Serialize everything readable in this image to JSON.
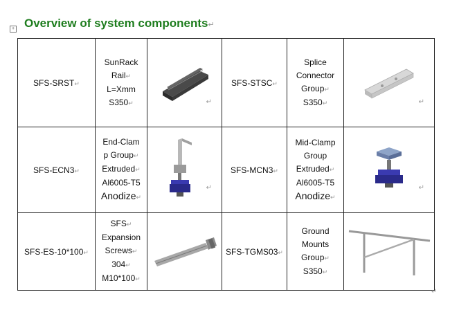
{
  "title": "Overview of system components",
  "rows": [
    [
      {
        "code": "SFS-SRST",
        "desc": [
          "SunRack",
          "Rail",
          "L=Xmm",
          "S350"
        ],
        "image": "rail-image"
      },
      {
        "code": "SFS-STSC",
        "desc": [
          "Splice",
          "Connector",
          "Group",
          "S350"
        ],
        "image": "splice-connector-image"
      }
    ],
    [
      {
        "code": "SFS-ECN3",
        "desc": [
          "End-Clam",
          "p Group",
          "Extruded",
          "Al6005-T5",
          "Anodize"
        ],
        "image": "end-clamp-image"
      },
      {
        "code": "SFS-MCN3",
        "desc": [
          "Mid-Clamp",
          "Group",
          "Extruded",
          "Al6005-T5",
          "Anodize"
        ],
        "image": "mid-clamp-image"
      }
    ],
    [
      {
        "code": "SFS-ES-10*100",
        "desc": [
          "SFS",
          "Expansion",
          "Screws",
          "304",
          "M10*100"
        ],
        "image": "expansion-screw-image"
      },
      {
        "code": "SFS-TGMS03",
        "desc": [
          "Ground",
          "Mounts",
          "Group",
          "S350"
        ],
        "image": "ground-mount-image"
      }
    ]
  ],
  "colors": {
    "title": "#1e7d1e",
    "border": "#222222"
  }
}
